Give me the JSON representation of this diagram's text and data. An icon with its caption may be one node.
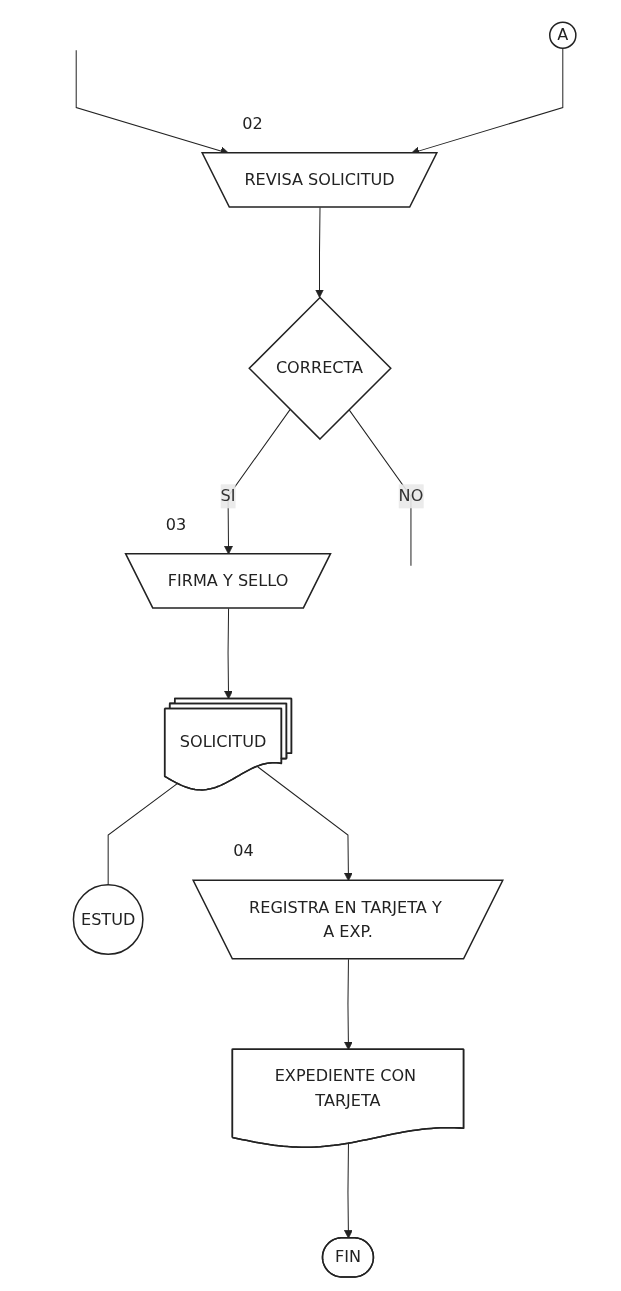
{
  "diagram": {
    "nodes": [
      {
        "text": [
          "A"
        ]
      },
      {
        "text": [
          "REVISA SOLICITUD"
        ],
        "beside": [
          "02"
        ]
      },
      {
        "text": [
          "CORRECTA"
        ]
      },
      {
        "text": [
          "FIRMA Y SELLO"
        ],
        "beside": [
          "03"
        ]
      },
      {
        "text": [
          "SOLICITUD"
        ]
      },
      {
        "text": [
          "ESTUD"
        ]
      },
      {
        "text": [
          "REGISTRA EN TARJETA Y A EXP."
        ],
        "beside": [
          "04"
        ]
      },
      {
        "text": [
          "EXPEDIENTE CON TARJETA"
        ]
      },
      {
        "text": [
          "FIN"
        ]
      }
    ],
    "edges": [
      {
        "from": null,
        "to": 1,
        "arrow": "to"
      },
      {
        "from": 0,
        "to": 1,
        "arrow": "to"
      },
      {
        "from": 1,
        "to": 2,
        "arrow": "to"
      },
      {
        "from": 2,
        "to": null,
        "label": "NO",
        "arrow": "none"
      },
      {
        "from": 2,
        "to": 3,
        "label": "SI",
        "arrow": "to"
      },
      {
        "from": 3,
        "to": 4,
        "arrow": "to"
      },
      {
        "from": 4,
        "to": 5,
        "arrow": "none"
      },
      {
        "from": 4,
        "to": 6,
        "arrow": "to"
      },
      {
        "from": 6,
        "to": 7,
        "arrow": "to"
      },
      {
        "from": 7,
        "to": 8,
        "arrow": "to"
      }
    ]
  }
}
